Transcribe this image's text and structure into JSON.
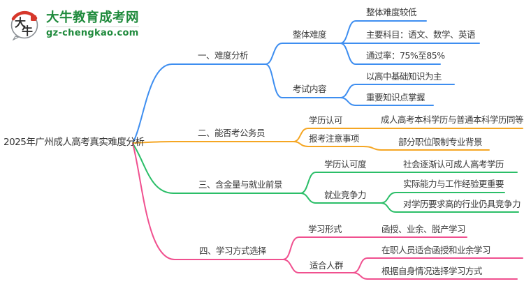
{
  "logo": {
    "site_name": "大牛教育成考网",
    "site_domain": "gz-chengkao.com",
    "badge_text_top": "大",
    "badge_text_bottom": "牛",
    "colors": {
      "brand_green": "#1f8a3c",
      "brand_red": "#d6372b"
    }
  },
  "mindmap": {
    "root": "2025年广州成人高考真实难度分析",
    "branches": [
      {
        "label": "一、难度分析",
        "color": "#3e8ef0",
        "children": [
          {
            "label": "整体难度",
            "leaves": [
              "整体难度较低",
              "主要科目：语文、数学、英语",
              "通过率：75%至85%"
            ]
          },
          {
            "label": "考试内容",
            "leaves": [
              "以高中基础知识为主",
              "重要知识点掌握"
            ]
          }
        ]
      },
      {
        "label": "二、能否考公务员",
        "color": "#f5a623",
        "children": [
          {
            "label": "学历认可",
            "leaves": [
              "成人高考本科学历与普通本科学历同等"
            ]
          },
          {
            "label": "报考注意事项",
            "leaves": [
              "部分职位限制专业背景"
            ]
          }
        ]
      },
      {
        "label": "三、含金量与就业前景",
        "color": "#2bbe68",
        "children": [
          {
            "label": "学历认可度",
            "leaves": [
              "社会逐渐认可成人高考学历"
            ]
          },
          {
            "label": "就业竞争力",
            "leaves": [
              "实际能力与工作经验更重要",
              "对学历要求高的行业仍具竞争力"
            ]
          }
        ]
      },
      {
        "label": "四、学习方式选择",
        "color": "#f0508f",
        "children": [
          {
            "label": "学习形式",
            "leaves": [
              "函授、业余、脱产学习"
            ]
          },
          {
            "label": "适合人群",
            "leaves": [
              "在职人员适合函授和业余学习",
              "根据自身情况选择学习方式"
            ]
          }
        ]
      }
    ]
  }
}
